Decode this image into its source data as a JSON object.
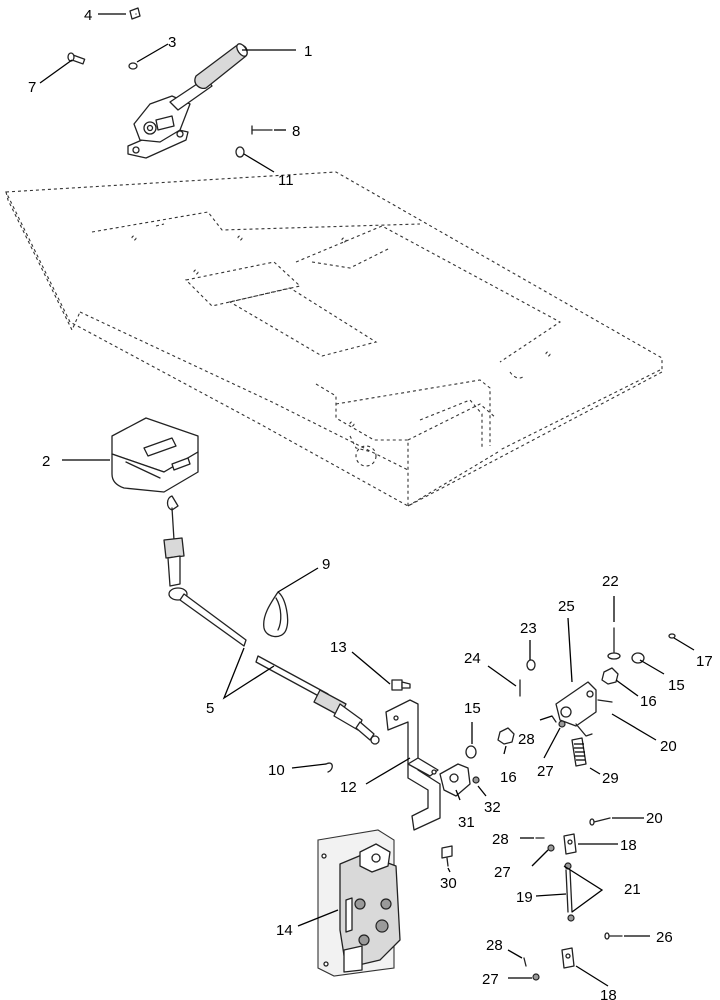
{
  "callouts": [
    {
      "id": "c1",
      "text": "1"
    },
    {
      "id": "c2",
      "text": "2"
    },
    {
      "id": "c3",
      "text": "3"
    },
    {
      "id": "c4",
      "text": "4"
    },
    {
      "id": "c5",
      "text": "5"
    },
    {
      "id": "c7",
      "text": "7"
    },
    {
      "id": "c8",
      "text": "8"
    },
    {
      "id": "c9",
      "text": "9"
    },
    {
      "id": "c10",
      "text": "10"
    },
    {
      "id": "c11",
      "text": "11"
    },
    {
      "id": "c12",
      "text": "12"
    },
    {
      "id": "c13",
      "text": "13"
    },
    {
      "id": "c14",
      "text": "14"
    },
    {
      "id": "c15a",
      "text": "15"
    },
    {
      "id": "c15b",
      "text": "15"
    },
    {
      "id": "c16a",
      "text": "16"
    },
    {
      "id": "c16b",
      "text": "16"
    },
    {
      "id": "c17",
      "text": "17"
    },
    {
      "id": "c18a",
      "text": "18"
    },
    {
      "id": "c18b",
      "text": "18"
    },
    {
      "id": "c19",
      "text": "19"
    },
    {
      "id": "c20a",
      "text": "20"
    },
    {
      "id": "c20b",
      "text": "20"
    },
    {
      "id": "c21",
      "text": "21"
    },
    {
      "id": "c22",
      "text": "22"
    },
    {
      "id": "c23",
      "text": "23"
    },
    {
      "id": "c24",
      "text": "24"
    },
    {
      "id": "c25",
      "text": "25"
    },
    {
      "id": "c26",
      "text": "26"
    },
    {
      "id": "c27a",
      "text": "27"
    },
    {
      "id": "c27b",
      "text": "27"
    },
    {
      "id": "c27c",
      "text": "27"
    },
    {
      "id": "c28a",
      "text": "28"
    },
    {
      "id": "c28b",
      "text": "28"
    },
    {
      "id": "c28c",
      "text": "28"
    },
    {
      "id": "c29",
      "text": "29"
    },
    {
      "id": "c30",
      "text": "30"
    },
    {
      "id": "c31",
      "text": "31"
    },
    {
      "id": "c32",
      "text": "32"
    }
  ]
}
